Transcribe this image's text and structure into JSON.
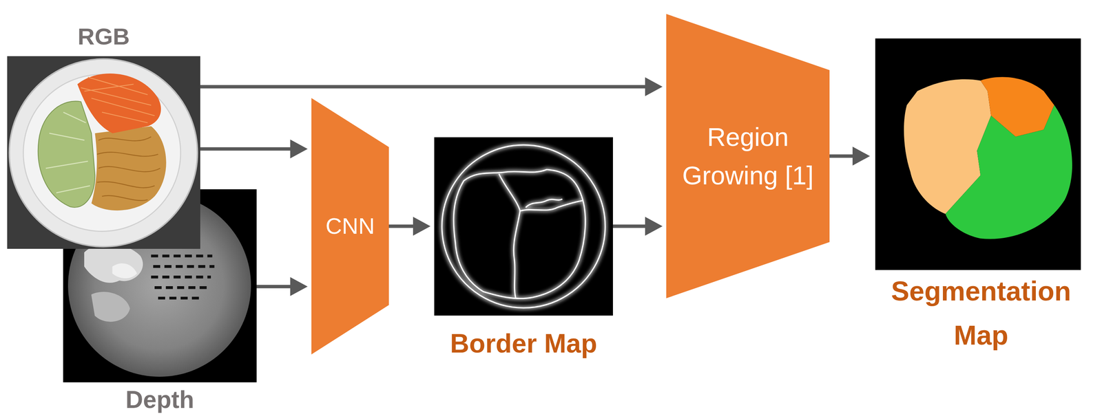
{
  "diagram": {
    "nodes": [
      {
        "text": [
          "RGB"
        ]
      },
      {
        "text": [
          "Depth"
        ]
      },
      {
        "text": [
          "CNN"
        ]
      },
      {
        "text": [
          "Border Map"
        ]
      },
      {
        "text": [
          "Region Growing [1]"
        ]
      },
      {
        "text": [
          "Segmentation Map"
        ]
      }
    ],
    "edges": [
      {
        "from": 0,
        "to": 4,
        "arrow": "to"
      },
      {
        "from": 0,
        "to": 2,
        "arrow": "to"
      },
      {
        "from": 1,
        "to": 2,
        "arrow": "to"
      },
      {
        "from": 2,
        "to": 3,
        "arrow": "to"
      },
      {
        "from": 3,
        "to": 4,
        "arrow": "to"
      },
      {
        "from": 4,
        "to": 5,
        "arrow": "to"
      }
    ]
  }
}
